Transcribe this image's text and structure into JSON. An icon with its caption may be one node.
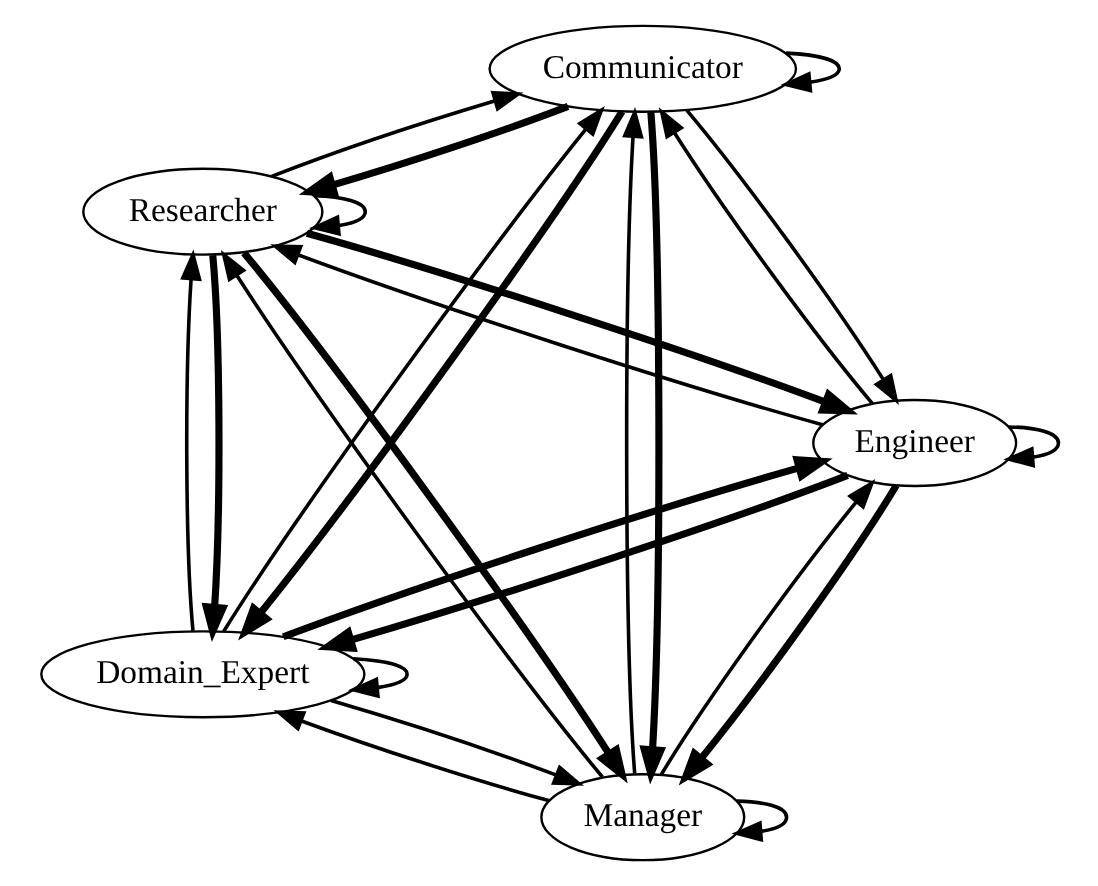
{
  "diagram": {
    "nodes": [
      {
        "text": [
          "Manager"
        ]
      },
      {
        "text": [
          "Engineer"
        ]
      },
      {
        "text": [
          "Researcher"
        ]
      },
      {
        "text": [
          "Communicator"
        ]
      },
      {
        "text": [
          "Domain_Expert"
        ]
      }
    ],
    "edges": [
      {
        "from": 0,
        "to": 0,
        "arrow": "to"
      },
      {
        "from": 1,
        "to": 1,
        "arrow": "to"
      },
      {
        "from": 2,
        "to": 2,
        "arrow": "to"
      },
      {
        "from": 3,
        "to": 3,
        "arrow": "to"
      },
      {
        "from": 4,
        "to": 4,
        "arrow": "to"
      },
      {
        "from": 1,
        "to": 0,
        "arrow": "to",
        "style": "thick"
      },
      {
        "from": 0,
        "to": 1,
        "arrow": "to"
      },
      {
        "from": 2,
        "to": 1,
        "arrow": "to",
        "style": "thick"
      },
      {
        "from": 1,
        "to": 2,
        "arrow": "to"
      },
      {
        "from": 4,
        "to": 1,
        "arrow": "to",
        "style": "thick"
      },
      {
        "from": 1,
        "to": 4,
        "arrow": "to",
        "style": "thick"
      },
      {
        "from": 2,
        "to": 0,
        "arrow": "to",
        "style": "thick"
      },
      {
        "from": 0,
        "to": 2,
        "arrow": "to"
      },
      {
        "from": 3,
        "to": 0,
        "arrow": "to",
        "style": "thick"
      },
      {
        "from": 0,
        "to": 3,
        "arrow": "to"
      },
      {
        "from": 0,
        "to": 4,
        "arrow": "to"
      },
      {
        "from": 4,
        "to": 0,
        "arrow": "to"
      },
      {
        "from": 2,
        "to": 4,
        "arrow": "to",
        "style": "thick"
      },
      {
        "from": 4,
        "to": 2,
        "arrow": "to"
      },
      {
        "from": 1,
        "to": 3,
        "arrow": "to"
      },
      {
        "from": 3,
        "to": 1,
        "arrow": "to"
      },
      {
        "from": 2,
        "to": 3,
        "arrow": "to"
      },
      {
        "from": 3,
        "to": 2,
        "arrow": "to",
        "style": "thick"
      },
      {
        "from": 3,
        "to": 4,
        "arrow": "to",
        "style": "thick"
      },
      {
        "from": 4,
        "to": 3,
        "arrow": "to"
      }
    ]
  }
}
